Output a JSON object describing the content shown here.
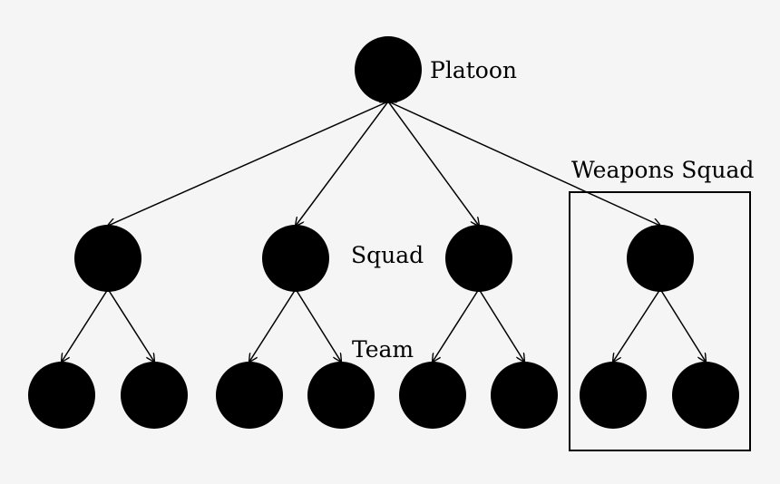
{
  "labels": {
    "platoon": "Platoon",
    "squad": "Squad",
    "team": "Team",
    "weapons_squad": "Weapons Squad"
  },
  "tree": {
    "root": "platoon",
    "children": [
      {
        "id": "squad-1",
        "children": [
          "team-1a",
          "team-1b"
        ]
      },
      {
        "id": "squad-2",
        "children": [
          "team-2a",
          "team-2b"
        ]
      },
      {
        "id": "squad-3",
        "children": [
          "team-3a",
          "team-3b"
        ]
      },
      {
        "id": "weapons-squad",
        "children": [
          "team-4a",
          "team-4b"
        ]
      }
    ],
    "edge_style": "bidirectional-arrow",
    "highlighted_group": "weapons-squad"
  },
  "colors": {
    "background": "#f5f5f5",
    "node": "#000000",
    "line": "#000000"
  }
}
